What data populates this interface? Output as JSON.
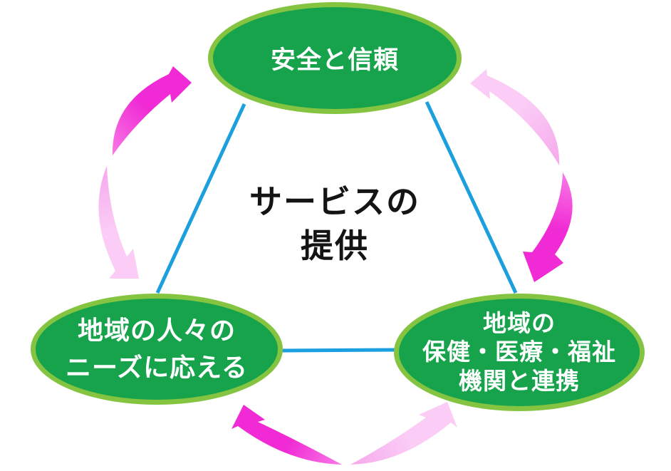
{
  "center": {
    "line1": "サービスの",
    "line2": "提供"
  },
  "nodes": {
    "top": {
      "label": "安全と信頼"
    },
    "bottom_left": {
      "line1": "地域の人々の",
      "line2": "ニーズに応える"
    },
    "bottom_right": {
      "line1": "地域の",
      "line2": "保健・医療・福祉",
      "line3": "機関と連携"
    }
  },
  "colors": {
    "background": "#ffffff",
    "ellipse_fill": "#16a34c",
    "ellipse_border": "#84c441",
    "node_text": "#ffffff",
    "connector": "#1b9fdf",
    "arrow_strong": "#f02ad4",
    "arrow_strong_light": "#f87ae6",
    "arrow_soft": "#fbcdf6",
    "arrow_soft_dark": "#f5a9ec",
    "center_text": "#141414"
  }
}
